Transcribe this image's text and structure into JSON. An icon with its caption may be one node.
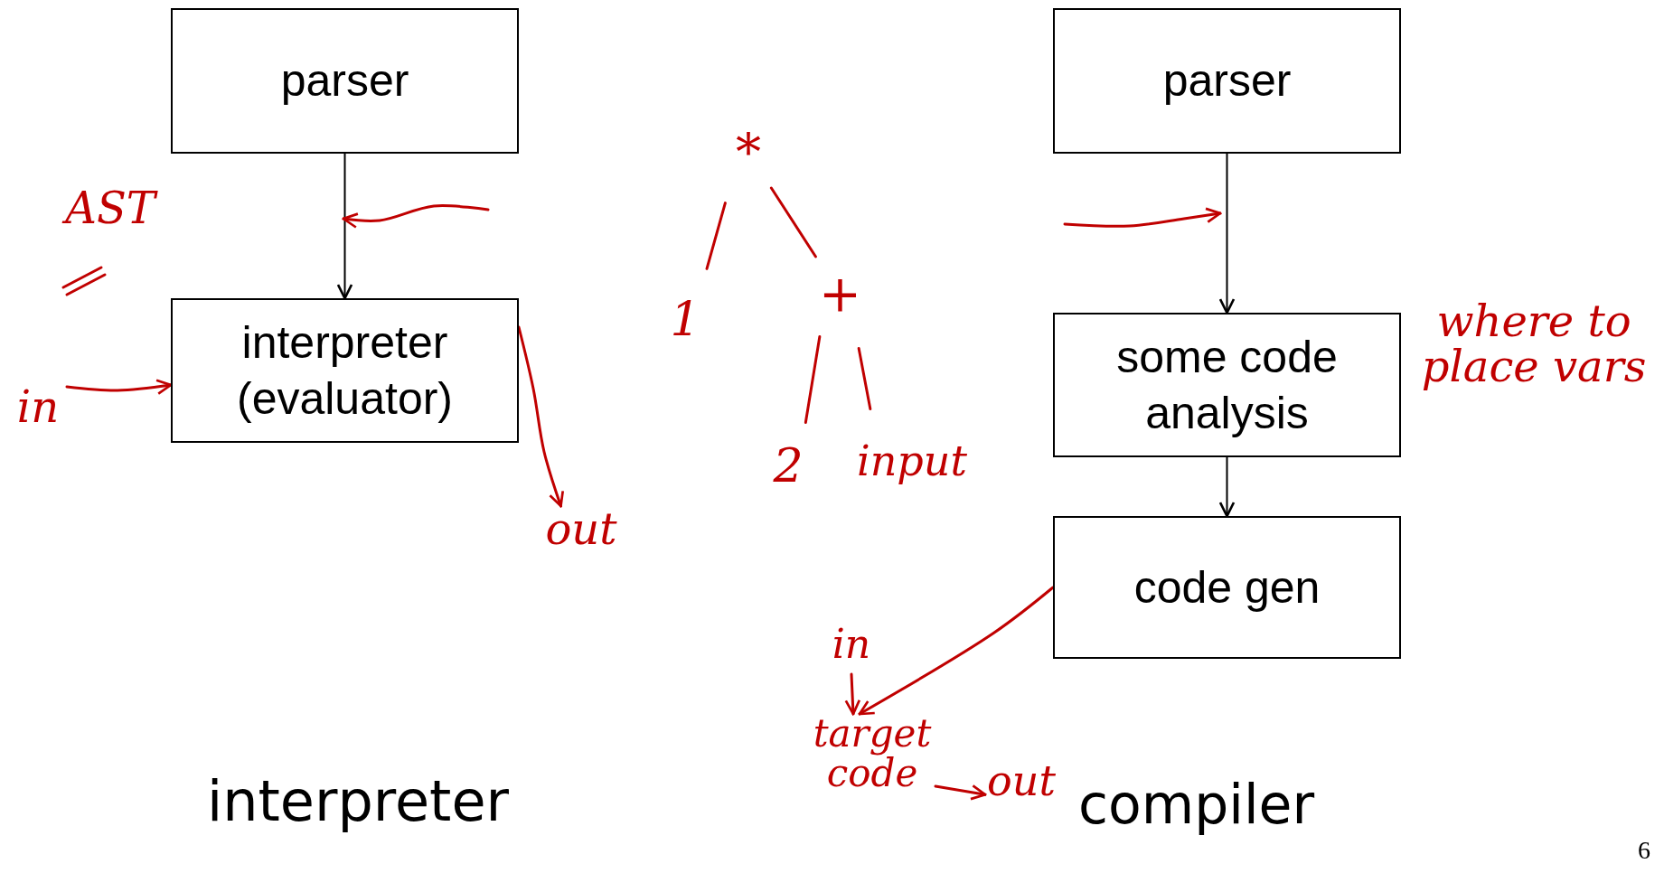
{
  "diagram": {
    "nodes": [
      {
        "text": [
          "parser"
        ]
      },
      {
        "text": [
          "interpreter (evaluator)"
        ]
      },
      {
        "text": [
          "parser"
        ]
      },
      {
        "text": [
          "some code analysis"
        ]
      },
      {
        "text": [
          "code gen"
        ]
      },
      {
        "text": [
          "AST"
        ]
      },
      {
        "text": [
          "in"
        ]
      },
      {
        "text": [
          "out"
        ]
      },
      {
        "text": [
          "*"
        ]
      },
      {
        "text": [
          "1"
        ]
      },
      {
        "text": [
          "+"
        ]
      },
      {
        "text": [
          "2"
        ]
      },
      {
        "text": [
          "input"
        ]
      },
      {
        "text": [
          "where to place vars"
        ]
      },
      {
        "text": [
          "in"
        ]
      },
      {
        "text": [
          "target code"
        ]
      },
      {
        "text": [
          "out"
        ]
      }
    ],
    "edges": [
      {
        "from": 0,
        "to": 1,
        "arrow": "to",
        "color": "#000000"
      },
      {
        "from": 2,
        "to": 3,
        "arrow": "to",
        "color": "#000000"
      },
      {
        "from": 3,
        "to": 4,
        "arrow": "to",
        "color": "#000000"
      },
      {
        "from": 6,
        "to": 1,
        "arrow": "to"
      },
      {
        "from": 1,
        "to": 7,
        "arrow": "to"
      },
      {
        "from": 8,
        "to": 9,
        "arrow": "none"
      },
      {
        "from": 8,
        "to": 10,
        "arrow": "none"
      },
      {
        "from": 10,
        "to": 11,
        "arrow": "none"
      },
      {
        "from": 10,
        "to": 12,
        "arrow": "none"
      },
      {
        "from": 4,
        "to": 15,
        "arrow": "to"
      },
      {
        "from": 14,
        "to": 15,
        "arrow": "to"
      },
      {
        "from": 15,
        "to": 16,
        "arrow": "to"
      }
    ],
    "labels": [
      "interpreter",
      "compiler",
      "6"
    ]
  }
}
